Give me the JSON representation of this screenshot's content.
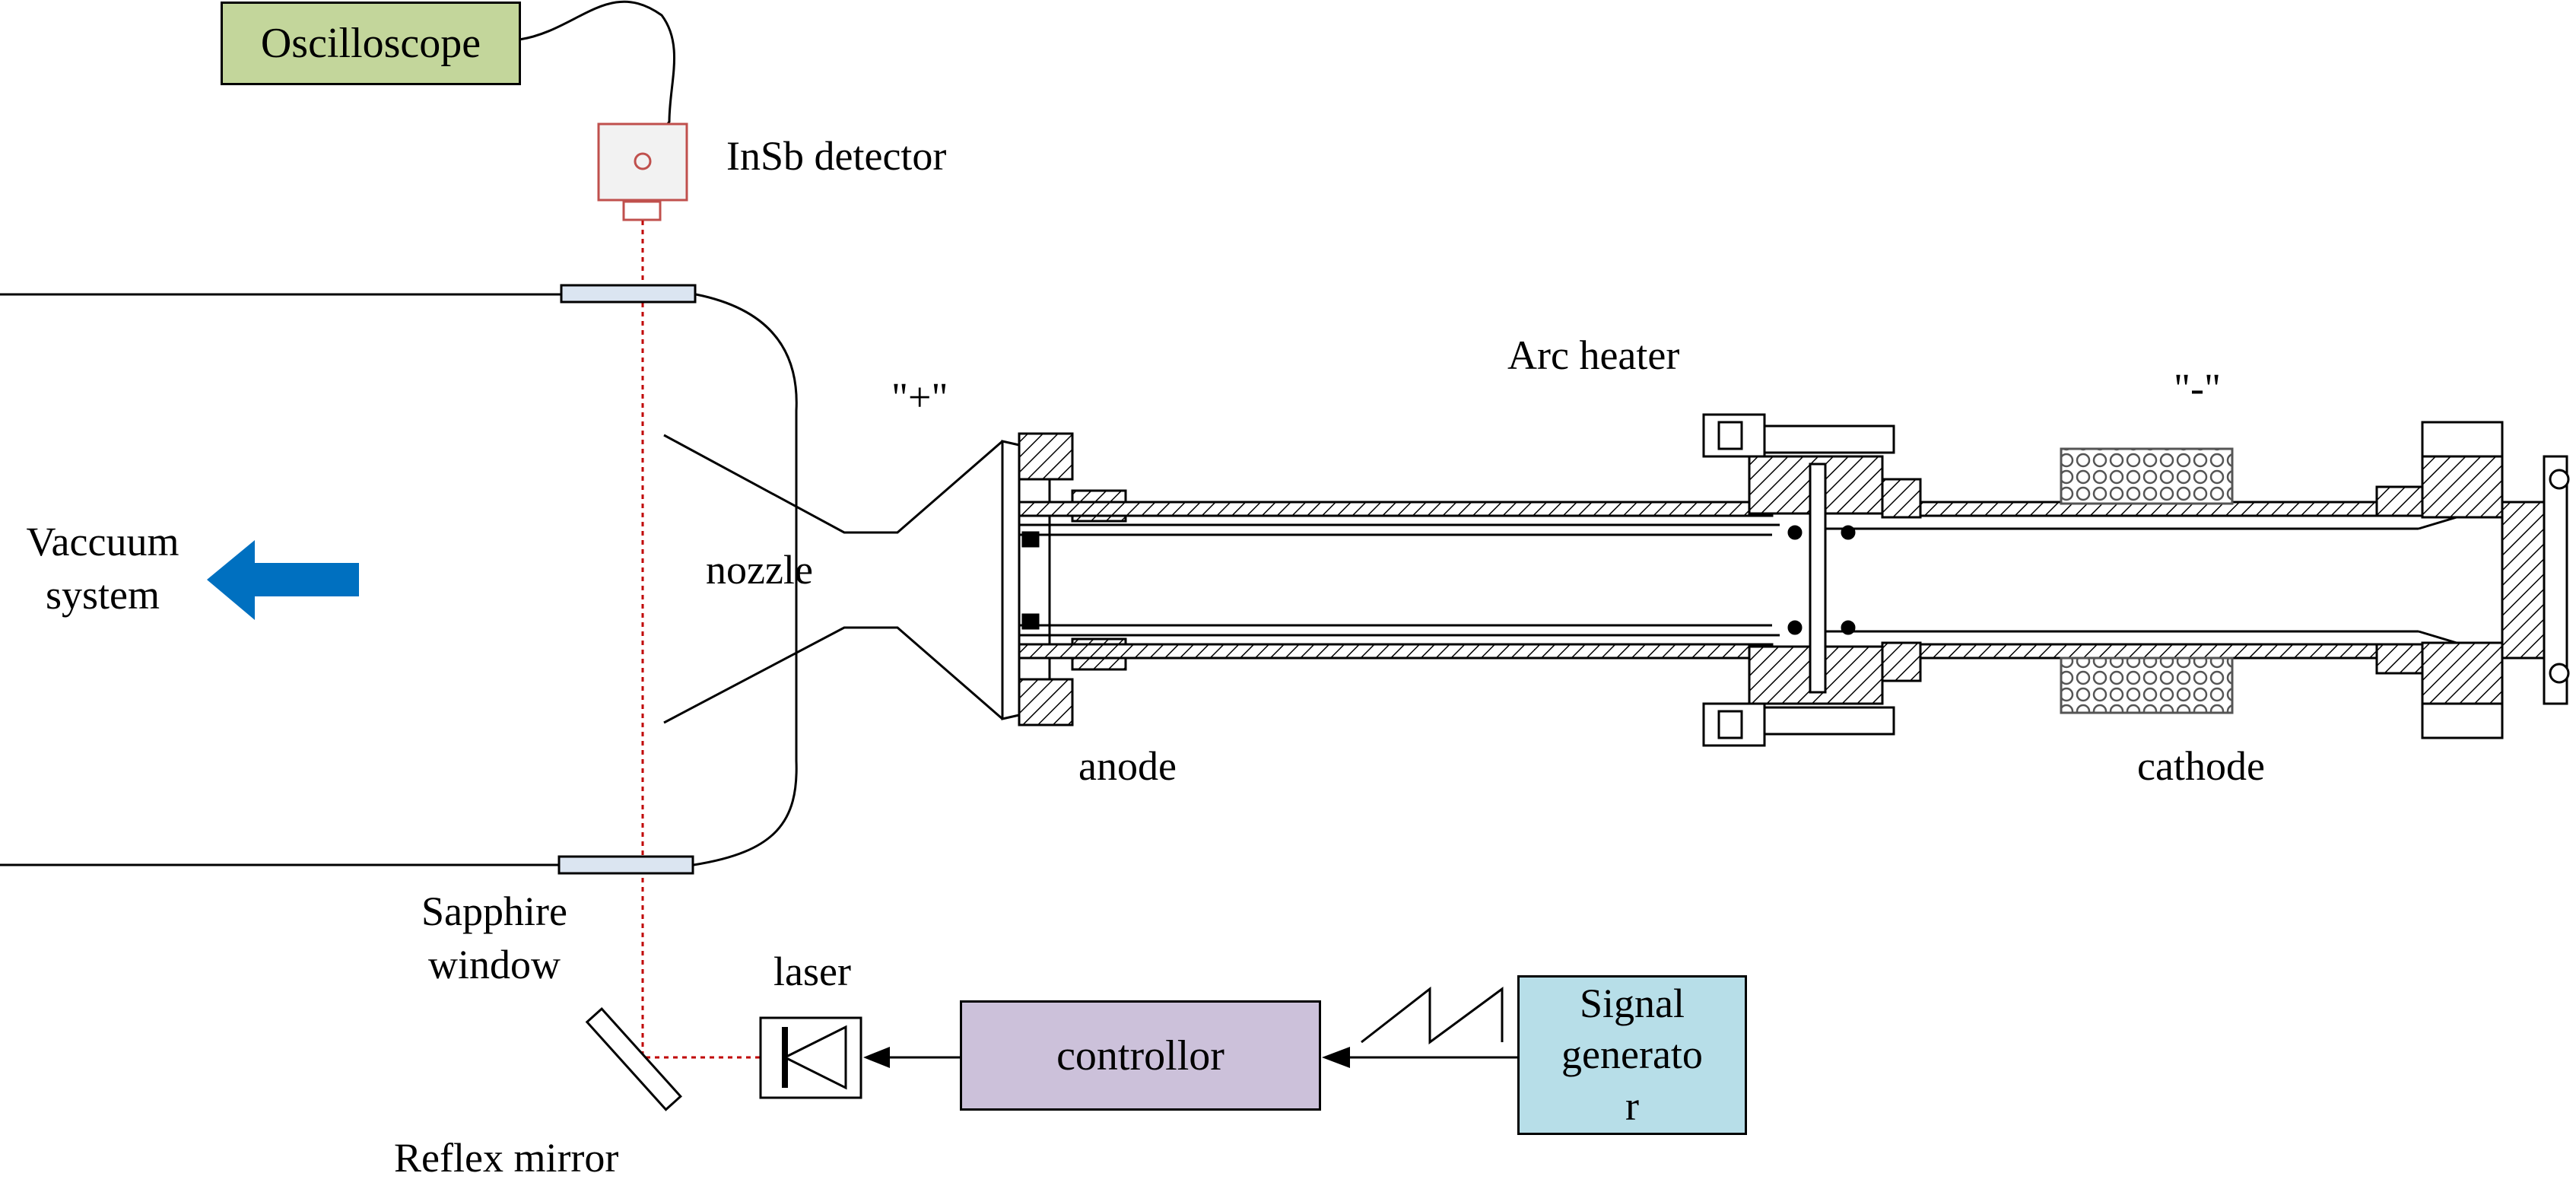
{
  "labels": {
    "oscilloscope": "Oscilloscope",
    "detector": "InSb detector",
    "vacuum_line1": "Vaccuum",
    "vacuum_line2": "system",
    "nozzle": "nozzle",
    "plus": "\"+\"",
    "minus": "\"-\"",
    "arc_heater": "Arc heater",
    "anode": "anode",
    "cathode": "cathode",
    "sapphire_line1": "Sapphire",
    "sapphire_line2": "window",
    "laser": "laser",
    "controller": "controllor",
    "signal_line1": "Signal",
    "signal_line2": "generato",
    "signal_line3": "r",
    "mirror": "Reflex mirror"
  },
  "colors": {
    "oscilloscope_fill": "#c3d69b",
    "controller_fill": "#ccc1da",
    "signal_fill": "#b7dee8",
    "detector_stroke": "#c0504d",
    "laser_beam": "#c00000",
    "vacuum_arrow": "#0070c0",
    "window_fill": "#dbe5f1",
    "hatch": "#000000",
    "coil_fill": "#7f7f7f"
  },
  "icons": {
    "laser_diode": "diode-icon",
    "vacuum_arrow": "left-arrow-icon",
    "sawtooth": "sawtooth-wave-icon"
  }
}
